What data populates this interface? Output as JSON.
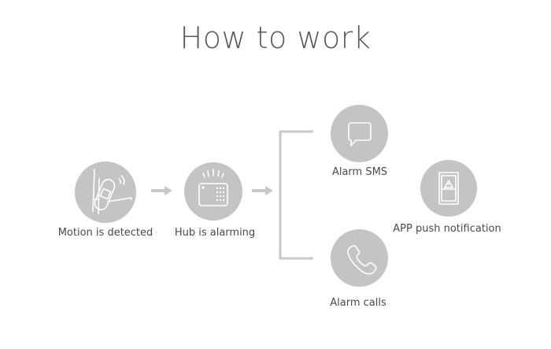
{
  "title": "How to work",
  "steps": [
    {
      "id": "motion",
      "label": "Motion is detected",
      "icon": "motion-sensor-icon"
    },
    {
      "id": "hub",
      "label": "Hub is alarming",
      "icon": "hub-alarm-icon"
    },
    {
      "id": "sms",
      "label": "Alarm SMS",
      "icon": "chat-bubble-icon"
    },
    {
      "id": "calls",
      "label": "Alarm calls",
      "icon": "phone-icon"
    },
    {
      "id": "app",
      "label": "APP push notification",
      "icon": "phone-warning-icon"
    }
  ],
  "colors": {
    "circle": "#c4c4c4",
    "icon_stroke": "#ffffff",
    "arrow": "#c8c8c8",
    "bracket": "#c8c8c8",
    "text": "#4a4a4a",
    "title": "#5a5a5a"
  }
}
